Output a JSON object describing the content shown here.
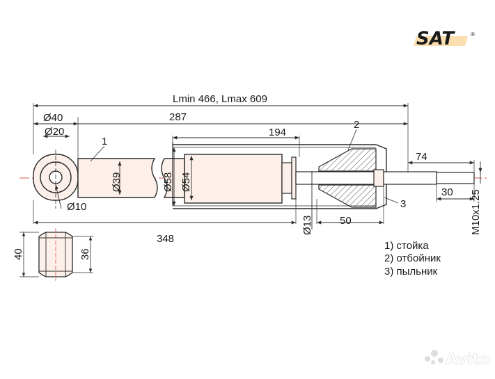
{
  "brand": {
    "logo_text": "SAT",
    "reg_mark": "®",
    "logo_color": "#e2511d"
  },
  "watermark": {
    "text": "Avito"
  },
  "dimensions": {
    "length": "Lmin 466, Lmax 609",
    "d40": "Ø40",
    "d20": "Ø20",
    "d10": "Ø10",
    "l287": "287",
    "l194": "194",
    "d39": "Ø39",
    "d58": "Ø58",
    "d54": "Ø54",
    "l348": "348",
    "d13": "Ø13",
    "l50": "50",
    "l74": "74",
    "l30": "30",
    "thread": "M10x1.25",
    "h40": "40",
    "h36": "36"
  },
  "callouts": {
    "c1": "1",
    "c2": "2",
    "c3": "3"
  },
  "legend": [
    "1) стойка",
    "2) отбойник",
    "3) пыльник"
  ],
  "colors": {
    "line": "#2a2a2a",
    "center_line": "#e05050",
    "body_fill": "#fdf0ea",
    "hatch": "#555555"
  },
  "icons": {
    "logo": "sat-logo-icon",
    "camera": "camera-icon"
  }
}
